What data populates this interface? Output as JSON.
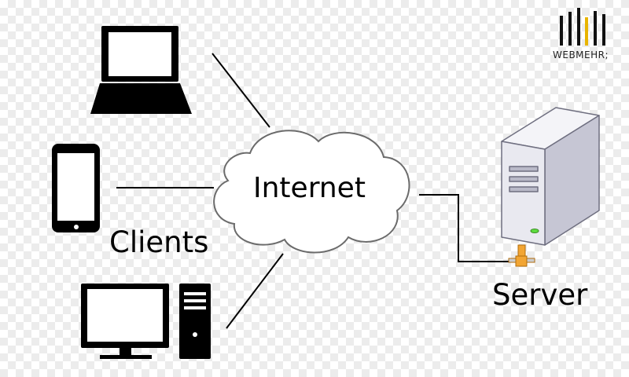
{
  "labels": {
    "clients": "Clients",
    "internet": "Internet",
    "server": "Server",
    "brand": "WEBMEHR;"
  },
  "colors": {
    "line": "#000000",
    "device": "#000000",
    "screen": "#ffffff",
    "cloud_fill": "#ffffff",
    "cloud_stroke": "#6b6b6b",
    "server_side": "#c6c6d4",
    "server_front": "#e9e9f0",
    "server_top": "#f4f4f8",
    "server_led": "#5ddc3f",
    "connector": "#f2a533",
    "brand_accent": "#e8b400"
  },
  "nodes": [
    {
      "id": "laptop",
      "icon": "laptop-icon"
    },
    {
      "id": "phone",
      "icon": "smartphone-icon"
    },
    {
      "id": "desktop",
      "icon": "desktop-computer-icon"
    },
    {
      "id": "internet",
      "icon": "cloud-icon"
    },
    {
      "id": "server",
      "icon": "server-tower-icon"
    }
  ],
  "edges": [
    {
      "from": "laptop",
      "to": "internet"
    },
    {
      "from": "phone",
      "to": "internet"
    },
    {
      "from": "desktop",
      "to": "internet"
    },
    {
      "from": "internet",
      "to": "server"
    }
  ]
}
